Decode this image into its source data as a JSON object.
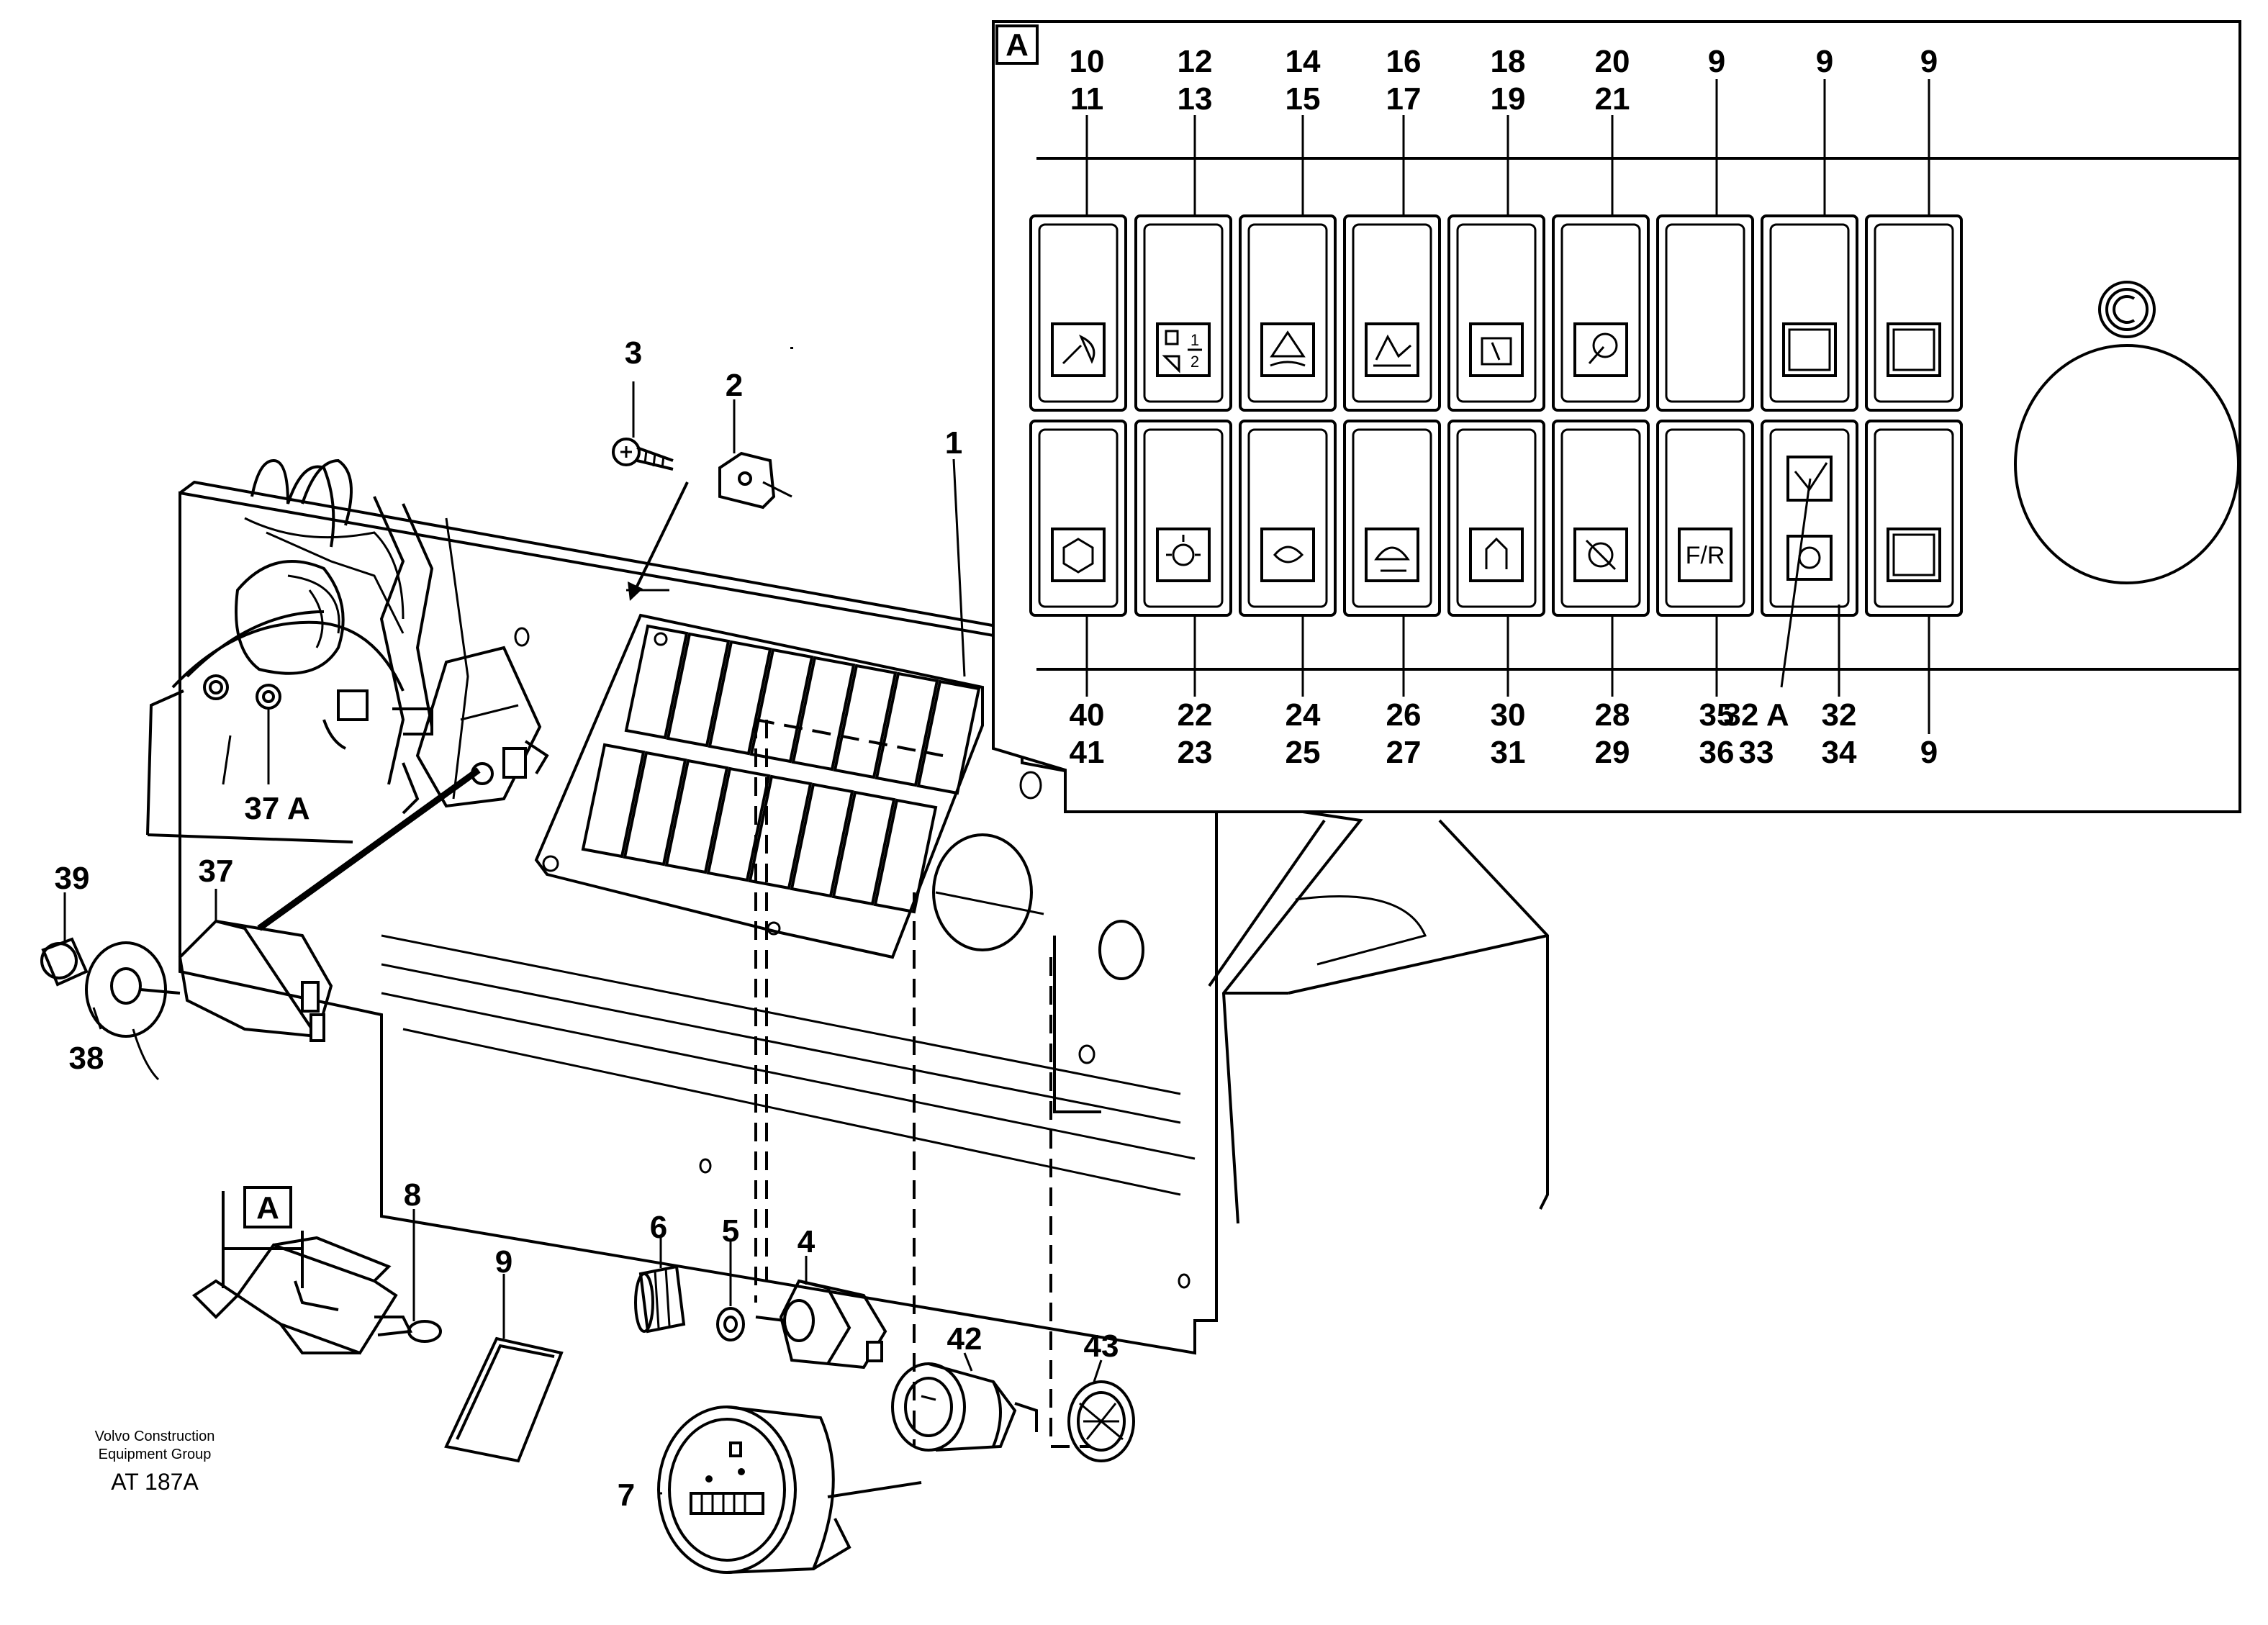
{
  "inset": {
    "tag": "A",
    "top_labels": [
      [
        "10",
        "11"
      ],
      [
        "12",
        "13"
      ],
      [
        "14",
        "15"
      ],
      [
        "16",
        "17"
      ],
      [
        "18",
        "19"
      ],
      [
        "20",
        "21"
      ],
      [
        "9"
      ],
      [
        "9"
      ],
      [
        "9"
      ]
    ],
    "bottom_labels": [
      [
        "40",
        "41"
      ],
      [
        "22",
        "23"
      ],
      [
        "24",
        "25"
      ],
      [
        "26",
        "27"
      ],
      [
        "30",
        "31"
      ],
      [
        "28",
        "29"
      ],
      [
        "35",
        "36"
      ],
      [
        "32 A",
        "33"
      ],
      [
        "32",
        "34"
      ],
      [
        "9"
      ]
    ],
    "fr_symbol": "F/R",
    "half_fraction_top": "1",
    "half_fraction_bottom": "2"
  },
  "callouts": {
    "c1": "1",
    "c2": "2",
    "c3": "3",
    "c4": "4",
    "c5": "5",
    "c6": "6",
    "c7": "7",
    "c8": "8",
    "c9": "9",
    "c37": "37",
    "c37a": "37 A",
    "c38": "38",
    "c39": "39",
    "c42": "42",
    "c43": "43",
    "tagA": "A"
  },
  "footer": {
    "company_line1": "Volvo Construction",
    "company_line2": "Equipment Group",
    "drawing_no": "AT 187A"
  },
  "colors": {
    "line": "#000000",
    "paper": "#ffffff"
  }
}
